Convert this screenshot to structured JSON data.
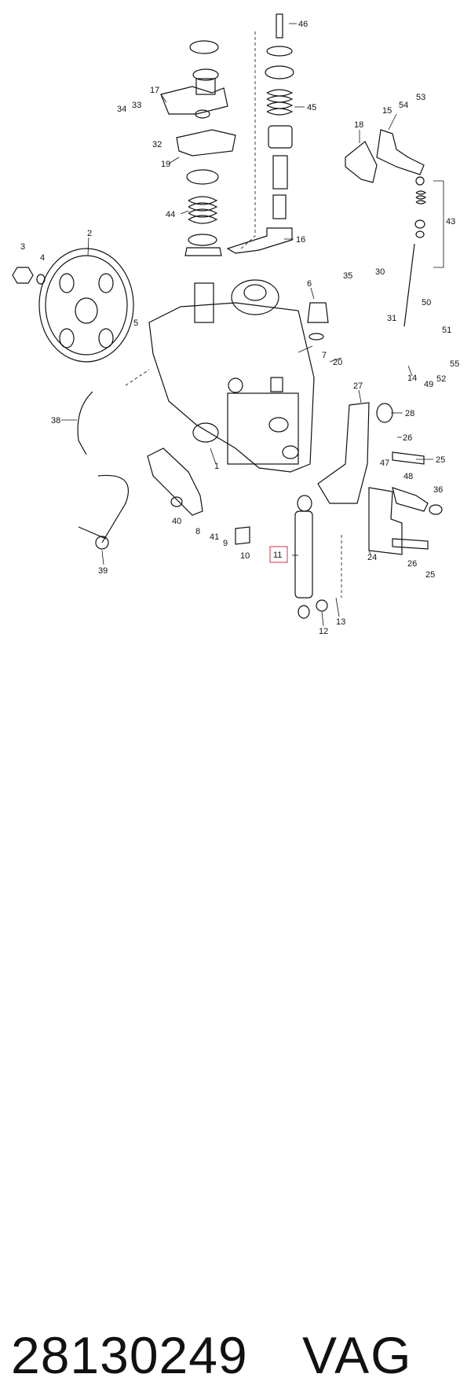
{
  "caption": {
    "part_number": "28130249",
    "brand": "VAG"
  },
  "highlight": {
    "callout": "11",
    "color": "#e06070"
  },
  "callouts": [
    "46",
    "45",
    "53",
    "54",
    "15",
    "18",
    "17",
    "33",
    "34",
    "32",
    "19",
    "44",
    "16",
    "43",
    "3",
    "4",
    "2",
    "5",
    "6",
    "35",
    "30",
    "31",
    "50",
    "51",
    "20",
    "7",
    "14",
    "49",
    "52",
    "55",
    "27",
    "28",
    "38",
    "26",
    "25",
    "1",
    "47",
    "48",
    "36",
    "40",
    "8",
    "41",
    "9",
    "10",
    "11",
    "24",
    "39",
    "12",
    "13"
  ]
}
